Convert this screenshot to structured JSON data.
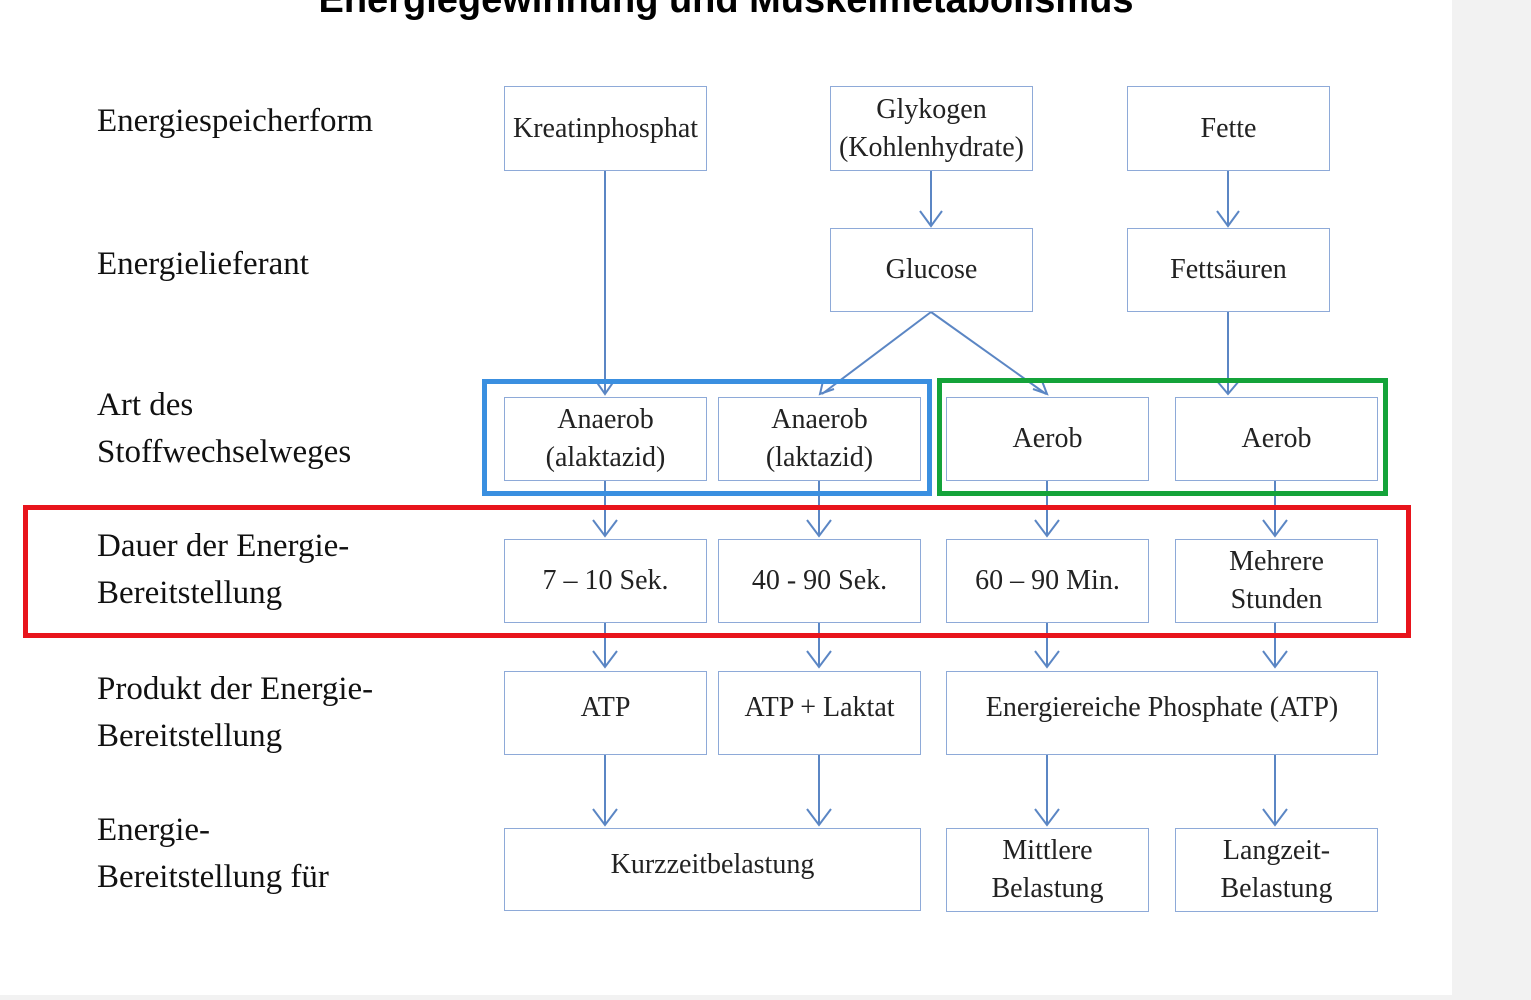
{
  "title": "Energiegewinnung und Muskelmetabolismus",
  "colors": {
    "anaerob_group": "#3a8fe0",
    "aerob_group": "#14a33a",
    "duration_group": "#e8141c",
    "box_border": "#8eaad8",
    "arrow": "#5b86c4"
  },
  "rows": {
    "storage": [
      "Energiespeicherform"
    ],
    "supplier": [
      "Energielieferant"
    ],
    "pathway": [
      "Art des",
      "Stoffwechselweges"
    ],
    "duration": [
      "Dauer der Energie-",
      "Bereitstellung"
    ],
    "product": [
      "Produkt der Energie-",
      "Bereitstellung"
    ],
    "use": [
      "Energie-",
      "Bereitstellung  für"
    ]
  },
  "storage": {
    "kreatinphosphat": [
      "Kreatinphosphat"
    ],
    "glykogen": [
      "Glykogen",
      "(Kohlenhydrate)"
    ],
    "fette": [
      "Fette"
    ]
  },
  "supplier": {
    "glucose": [
      "Glucose"
    ],
    "fettsaeuren": [
      "Fettsäuren"
    ]
  },
  "pathway": {
    "anaerob_alaktazid": [
      "Anaerob",
      "(alaktazid)"
    ],
    "anaerob_laktazid": [
      "Anaerob",
      "(laktazid)"
    ],
    "aerob_1": [
      "Aerob"
    ],
    "aerob_2": [
      "Aerob"
    ]
  },
  "duration": {
    "d1": [
      "7 – 10 Sek."
    ],
    "d2": [
      "40 - 90 Sek."
    ],
    "d3": [
      "60 – 90 Min."
    ],
    "d4": [
      "Mehrere",
      "Stunden"
    ]
  },
  "product": {
    "atp": [
      "ATP"
    ],
    "atp_laktat": [
      "ATP + Laktat"
    ],
    "phosphate": [
      "Energiereiche Phosphate (ATP)"
    ]
  },
  "use": {
    "kurzzeit": [
      "Kurzzeitbelastung"
    ],
    "mittlere": [
      "Mittlere",
      "Belastung"
    ],
    "langzeit": [
      "Langzeit-",
      "Belastung"
    ]
  }
}
